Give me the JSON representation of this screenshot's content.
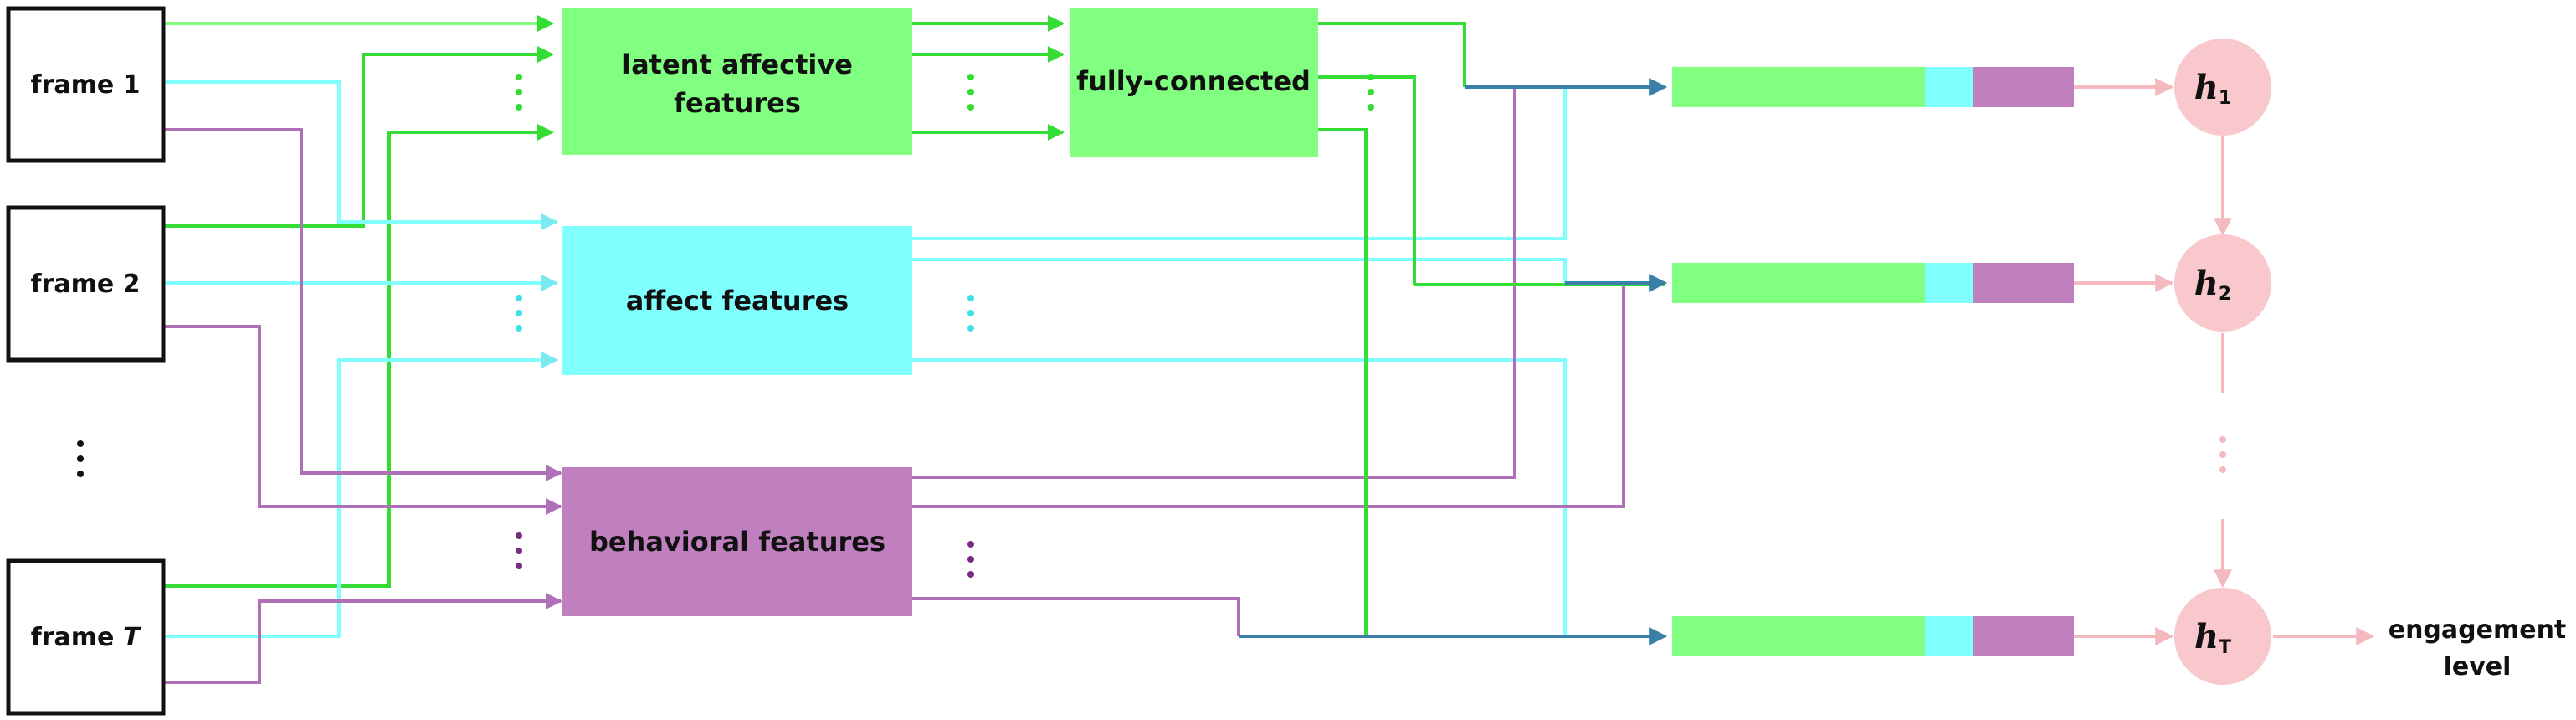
{
  "frames": [
    {
      "label": "frame ",
      "index": "1",
      "italic": false
    },
    {
      "label": "frame ",
      "index": "2",
      "italic": false
    },
    {
      "label": "frame ",
      "index": "T",
      "italic": true
    }
  ],
  "boxes": {
    "latent": {
      "line1": "latent affective",
      "line2": "features"
    },
    "fc": {
      "label": "fully-connected"
    },
    "affect": {
      "label": "affect features"
    },
    "behavioral": {
      "label": "behavioral features"
    }
  },
  "hidden_states": [
    {
      "symbol": "h",
      "sub": "1"
    },
    {
      "symbol": "h",
      "sub": "2"
    },
    {
      "symbol": "h",
      "sub": "T"
    }
  ],
  "output": {
    "line1": "engagement",
    "line2": "level"
  },
  "colors": {
    "green": "#80ff80",
    "green_line": "#33dd33",
    "cyan": "#80ffff",
    "cyan_line": "#7aeaf0",
    "purple": "#c080c0",
    "purple_line": "#b070b8",
    "pink": "#f8c8cc",
    "pink_line": "#f4b8bf",
    "arrow_blue": "#3a7fa8"
  }
}
